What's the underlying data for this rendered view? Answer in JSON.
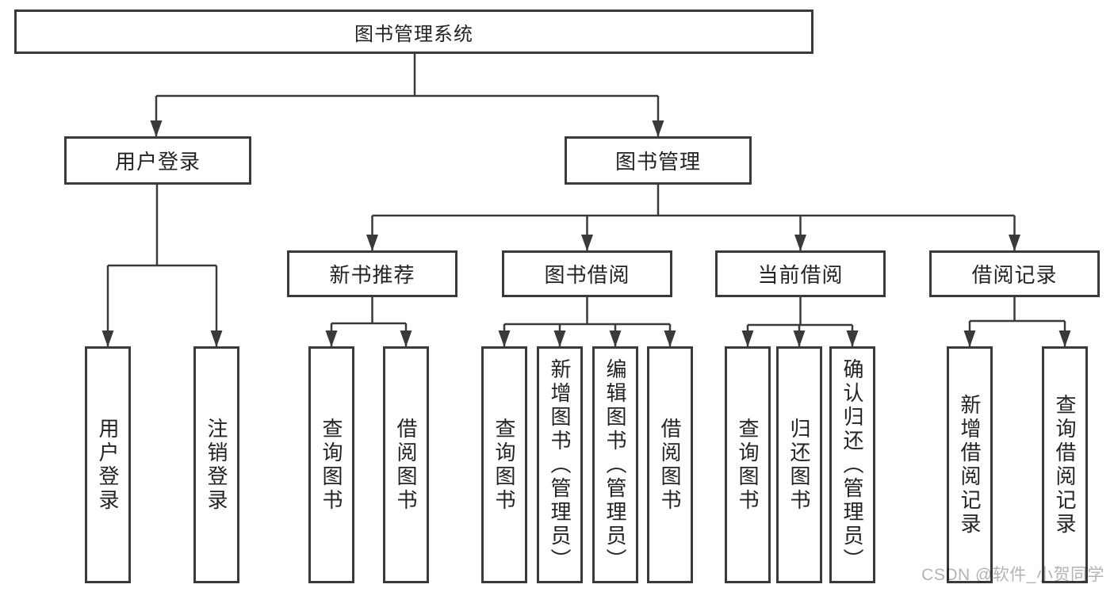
{
  "diagram": {
    "root": "图书管理系统",
    "level2": {
      "user": "用户登录",
      "book": "图书管理"
    },
    "level3": {
      "recommend": "新书推荐",
      "borrow": "图书借阅",
      "current": "当前借阅",
      "records": "借阅记录"
    },
    "leaves": {
      "user": [
        "用户登录",
        "注销登录"
      ],
      "recommend": [
        "查询图书",
        "借阅图书"
      ],
      "borrow": [
        "查询图书",
        "新增图书（管理员）",
        "编辑图书（管理员）",
        "借阅图书"
      ],
      "current": [
        "查询图书",
        "归还图书",
        "确认归还（管理员）"
      ],
      "records": [
        "新增借阅记录",
        "查询借阅记录"
      ]
    }
  },
  "watermark": "CSDN @软件_小贺同学",
  "colors": {
    "line": "#3a3a3a",
    "text": "#232323",
    "watermark": "#b3b3b3",
    "background": "#ffffff"
  }
}
